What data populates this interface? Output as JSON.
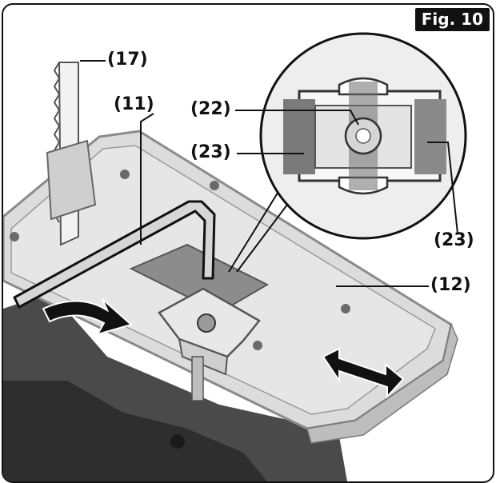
{
  "figure": {
    "label": "Fig. 10",
    "callouts": [
      "(17)",
      "(11)",
      "(22)",
      "(23)",
      "(23)",
      "(12)"
    ]
  },
  "colors": {
    "ink": "#111111",
    "plate": "#dcdcdc",
    "plate_edge": "#8a8a8a",
    "housing": "#4a4a4a",
    "hex_key": "#d6d6d6",
    "zoom_fill": "#eeeeee"
  }
}
